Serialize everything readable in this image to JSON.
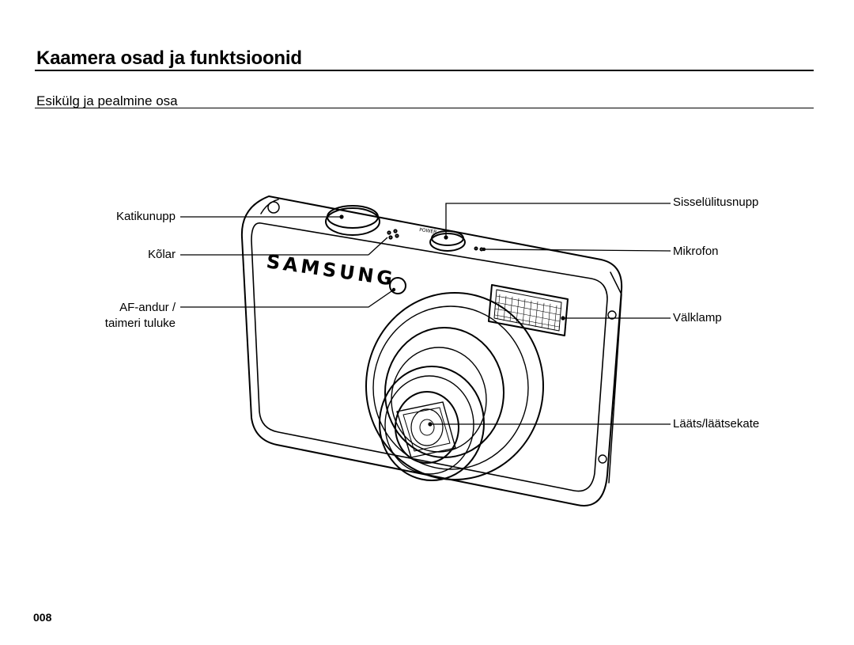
{
  "header": {
    "title": "Kaamera osad ja funktsioonid",
    "subtitle": "Esikülg ja pealmine osa"
  },
  "camera": {
    "brand_text": "SAMSUNG",
    "power_text": "POWER"
  },
  "labels": {
    "shutter": "Katikunupp",
    "speaker": "Kõlar",
    "af_sensor_line1": "AF-andur /",
    "af_sensor_line2": "taimeri tuluke",
    "power_button": "Sisselülitusnupp",
    "microphone": "Mikrofon",
    "flash": "Välklamp",
    "lens": "Lääts/läätsekate"
  },
  "footer": {
    "page_number": "008"
  }
}
